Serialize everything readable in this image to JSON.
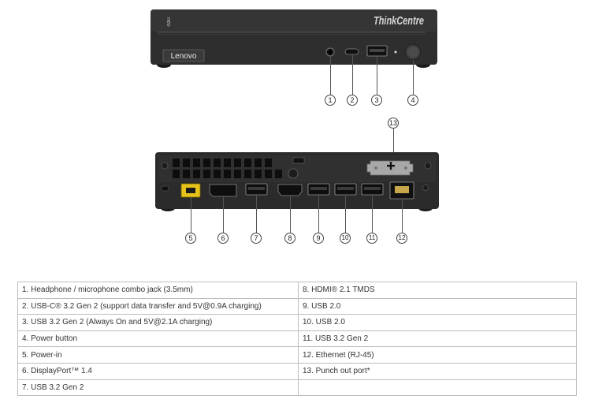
{
  "brand": {
    "series_logo": "ThinkCentre",
    "company_logo": "Lenovo",
    "front_mark": "neo"
  },
  "callouts": [
    "1",
    "2",
    "3",
    "4",
    "5",
    "6",
    "7",
    "8",
    "9",
    "10",
    "11",
    "12",
    "13"
  ],
  "spec_rows": [
    [
      "1.  Headphone / microphone combo jack (3.5mm)",
      "8.  HDMI® 2.1 TMDS"
    ],
    [
      "2.  USB-C® 3.2 Gen 2 (support data transfer and 5V@0.9A charging)",
      "9.  USB 2.0"
    ],
    [
      "3.  USB 3.2 Gen 2 (Always On and 5V@2.1A charging)",
      "10. USB 2.0"
    ],
    [
      "4.  Power button",
      "11.  USB 3.2 Gen 2"
    ],
    [
      "5.  Power-in",
      "12.  Ethernet (RJ-45)"
    ],
    [
      "6.  DisplayPort™ 1.4",
      "13.  Punch out port*"
    ],
    [
      "7.  USB 3.2 Gen 2",
      ""
    ]
  ],
  "colors": {
    "chassis": "#2b2b2b",
    "power_in_port": "#e5c21a",
    "callout_border": "#444444",
    "table_border": "#bdbdbd"
  }
}
